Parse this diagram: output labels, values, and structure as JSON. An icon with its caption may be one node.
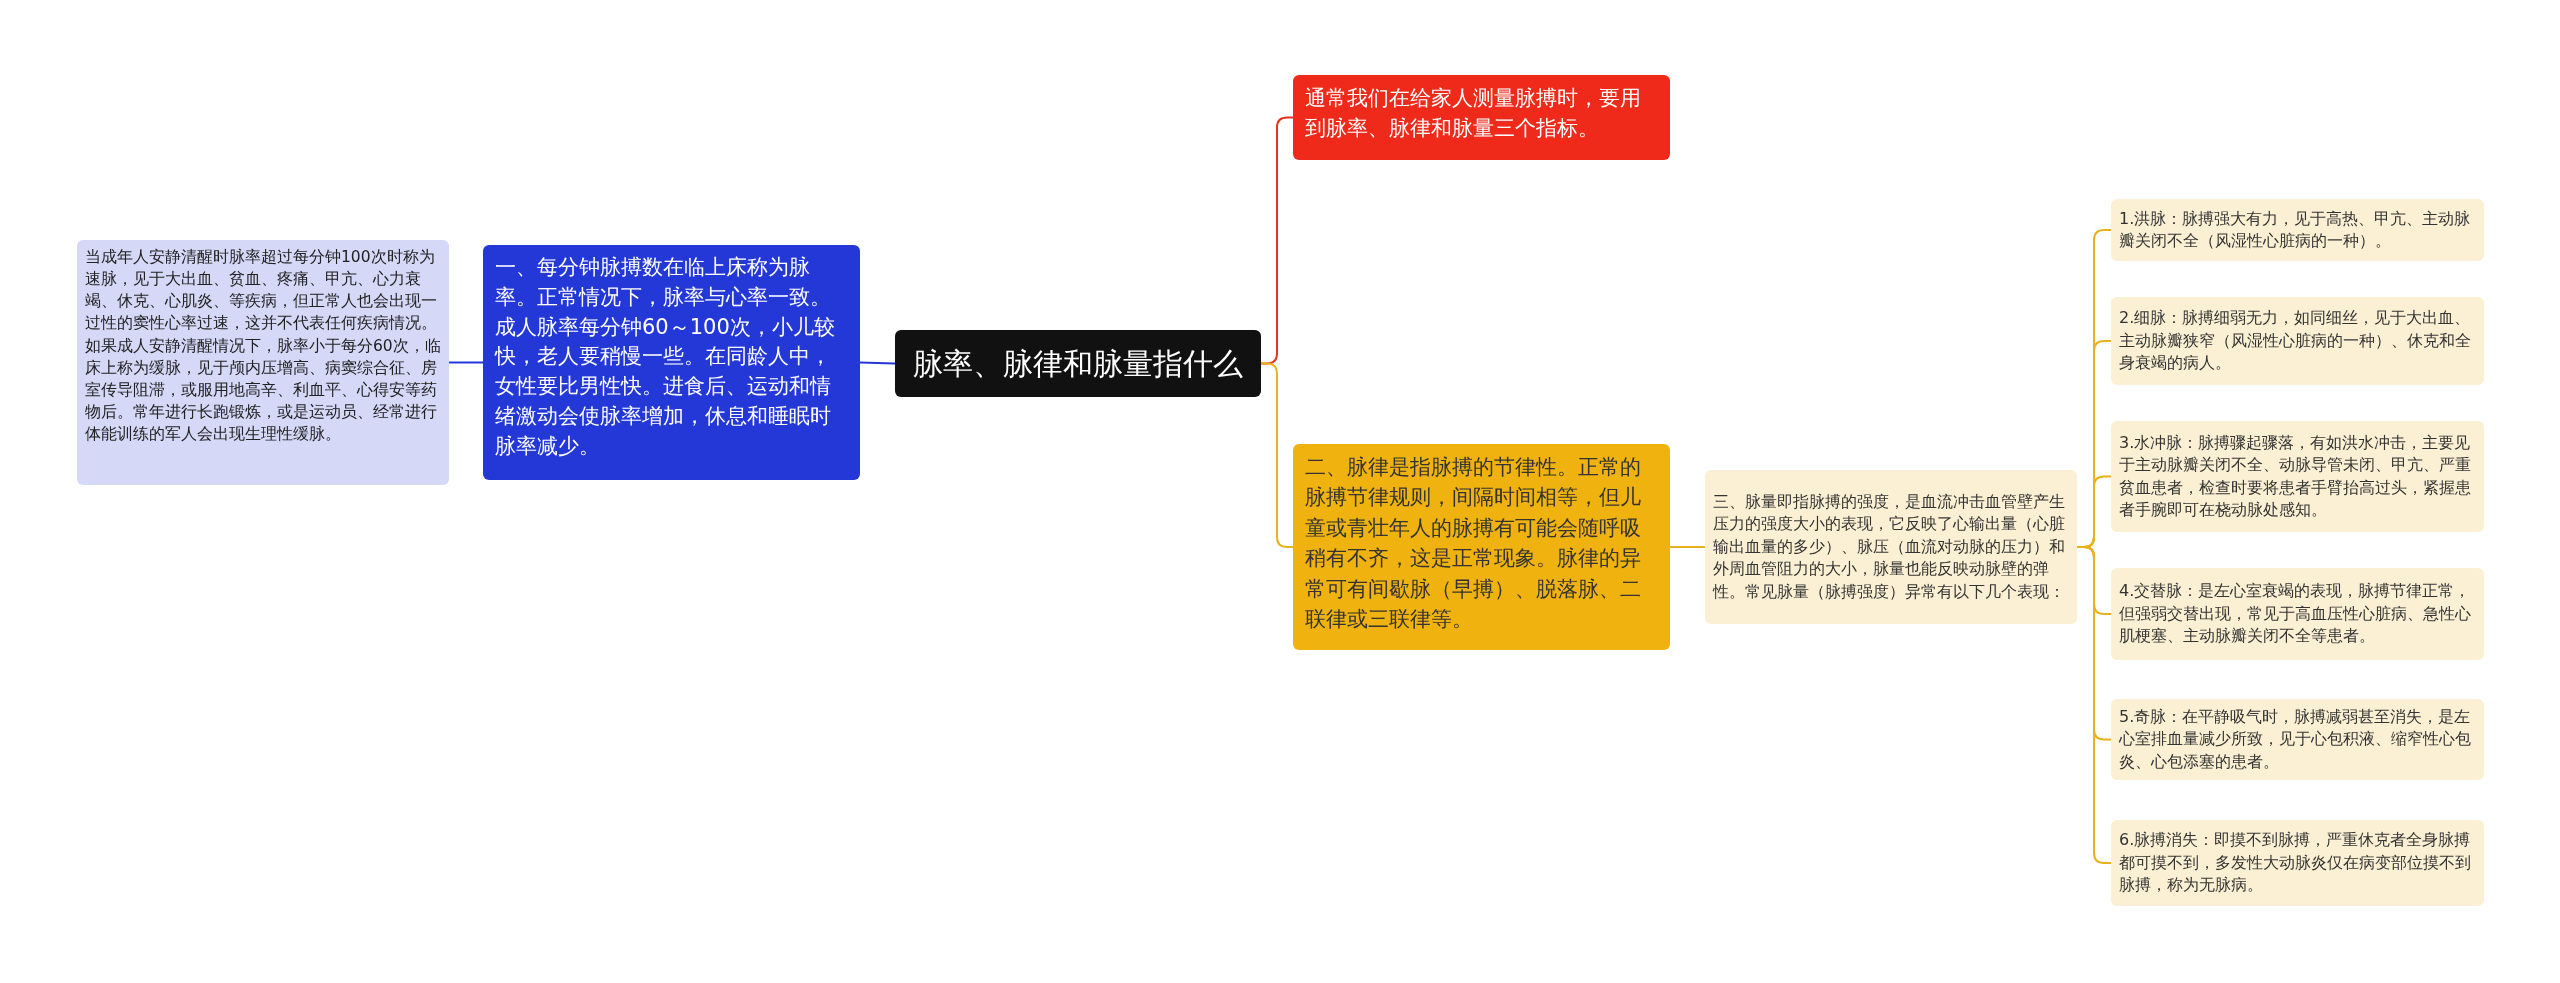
{
  "diagram": {
    "nodes": [
      {
        "text": [
          "脉率、脉律和脉量指什么"
        ]
      },
      {
        "text": [
          "通常我们在给家人测量脉搏时，要用到脉率、脉律和脉量三个指标。"
        ]
      },
      {
        "text": [
          "一、每分钟脉搏数在临上床称为脉率。正常情况下，脉率与心率一致。成人脉率每分钟60～100次，小儿较快，老人要稍慢一些。在同龄人中，女性要比男性快。进食后、运动和情绪激动会使脉率增加，休息和睡眠时脉率减少。"
        ]
      },
      {
        "text": [
          "当成年人安静清醒时脉率超过每分钟100次时称为速脉，见于大出血、贫血、疼痛、甲亢、心力衰竭、休克、心肌炎、等疾病，但正常人也会出现一过性的窦性心率过速，这并不代表任何疾病情况。如果成人安静清醒情况下，脉率小于每分60次，临床上称为缓脉，见于颅内压增高、病窦综合征、房室传导阻滞，或服用地高辛、利血平、心得安等药物后。常年进行长跑锻炼，或是运动员、经常进行体能训练的军人会出现生理性缓脉。"
        ]
      },
      {
        "text": [
          "二、脉律是指脉搏的节律性。正常的脉搏节律规则，间隔时间相等，但儿童或青壮年人的脉搏有可能会随呼吸稍有不齐，这是正常现象。脉律的异常可有间歇脉（早搏）、脱落脉、二联律或三联律等。"
        ]
      },
      {
        "text": [
          "三、脉量即指脉搏的强度，是血流冲击血管壁产生压力的强度大小的表现，它反映了心输出量（心脏输出血量的多少）、脉压（血流对动脉的压力）和外周血管阻力的大小，脉量也能反映动脉壁的弹性。常见脉量（脉搏强度）异常有以下几个表现："
        ]
      },
      {
        "text": [
          "1.洪脉：脉搏强大有力，见于高热、甲亢、主动脉瓣关闭不全（风湿性心脏病的一种）。"
        ]
      },
      {
        "text": [
          "2.细脉：脉搏细弱无力，如同细丝，见于大出血、主动脉瓣狭窄（风湿性心脏病的一种）、休克和全身衰竭的病人。"
        ]
      },
      {
        "text": [
          "3.水冲脉：脉搏骤起骤落，有如洪水冲击，主要见于主动脉瓣关闭不全、动脉导管未闭、甲亢、严重贫血患者，检查时要将患者手臂抬高过头，紧握患者手腕即可在桡动脉处感知。"
        ]
      },
      {
        "text": [
          "4.交替脉：是左心室衰竭的表现，脉搏节律正常，但强弱交替出现，常见于高血压性心脏病、急性心肌梗塞、主动脉瓣关闭不全等患者。"
        ]
      },
      {
        "text": [
          "5.奇脉：在平静吸气时，脉搏减弱甚至消失，是左心室排血量减少所致，见于心包积液、缩窄性心包炎、心包添塞的患者。"
        ]
      },
      {
        "text": [
          "6.脉搏消失：即摸不到脉搏，严重休克者全身脉搏都可摸不到，多发性大动脉炎仅在病变部位摸不到脉搏，称为无脉病。"
        ]
      }
    ],
    "edges": [
      {
        "from": 0,
        "to": 1,
        "arrow": "none",
        "color": "#e3321f"
      },
      {
        "from": 0,
        "to": 2,
        "arrow": "none",
        "color": "#2438d8"
      },
      {
        "from": 2,
        "to": 3,
        "arrow": "none",
        "color": "#2438d8"
      },
      {
        "from": 0,
        "to": 4,
        "arrow": "none"
      },
      {
        "from": 4,
        "to": 5,
        "arrow": "none"
      },
      {
        "from": 5,
        "to": 6,
        "arrow": "none"
      },
      {
        "from": 5,
        "to": 7,
        "arrow": "none"
      },
      {
        "from": 5,
        "to": 8,
        "arrow": "none"
      },
      {
        "from": 5,
        "to": 9,
        "arrow": "none"
      },
      {
        "from": 5,
        "to": 10,
        "arrow": "none"
      },
      {
        "from": 5,
        "to": 11,
        "arrow": "none"
      }
    ]
  }
}
